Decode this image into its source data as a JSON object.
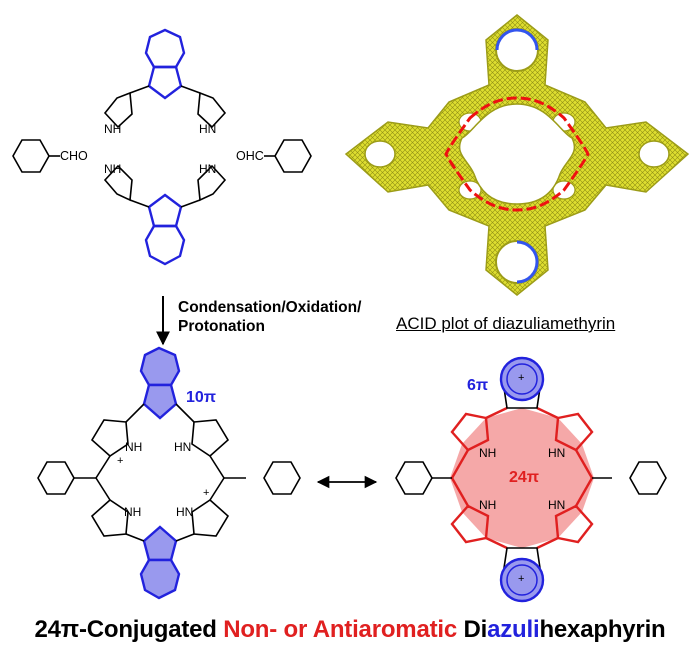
{
  "reagents": {
    "left_aldehyde": "CHO",
    "right_aldehyde": "OHC"
  },
  "atoms": {
    "nh": "NH",
    "hn": "HN",
    "n_plus": "N",
    "plus": "+"
  },
  "conditions": {
    "line1": "Condensation/Oxidation/",
    "line2": "Protonation"
  },
  "acid_caption": "ACID plot of diazuliamethyrin",
  "labels": {
    "ten_pi": "10π",
    "six_pi": "6π",
    "twenty_four_pi": "24π"
  },
  "title": {
    "part1": "24π-Conjugated ",
    "part2": "Non- or Antiaromatic",
    "part3": " Di",
    "part4": "azuli",
    "part5": "hexaphyrin"
  },
  "colors": {
    "azulene_blue": "#2222dd",
    "azulene_fill": "#9999ee",
    "antiaromatic_red": "#e02020",
    "core_fill": "#f5a8a8",
    "acid_yellow": "#d8d828",
    "text_black": "#000000"
  },
  "icons": [
    "reaction-arrow-icon",
    "resonance-arrow-icon",
    "acid-plot-image"
  ]
}
